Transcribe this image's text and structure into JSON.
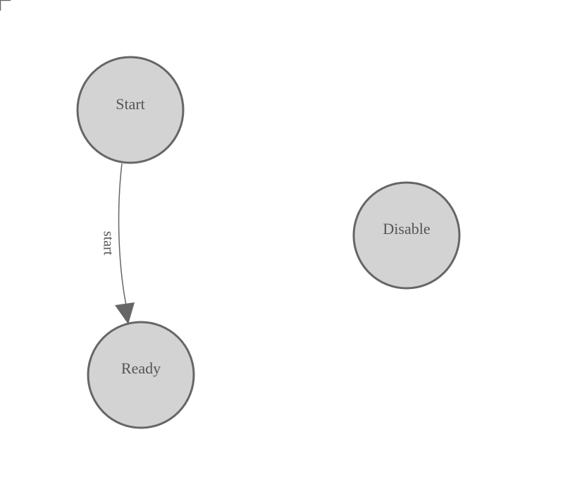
{
  "diagram": {
    "nodes": [
      {
        "id": "start",
        "label": "Start"
      },
      {
        "id": "disable",
        "label": "Disable"
      },
      {
        "id": "ready",
        "label": "Ready"
      }
    ],
    "edges": [
      {
        "from": "start",
        "to": "ready",
        "label": "start"
      }
    ],
    "colors": {
      "node_fill": "#d3d3d3",
      "node_stroke": "#666666",
      "text": "#555555",
      "edge": "#666666",
      "background": "#ffffff"
    }
  }
}
